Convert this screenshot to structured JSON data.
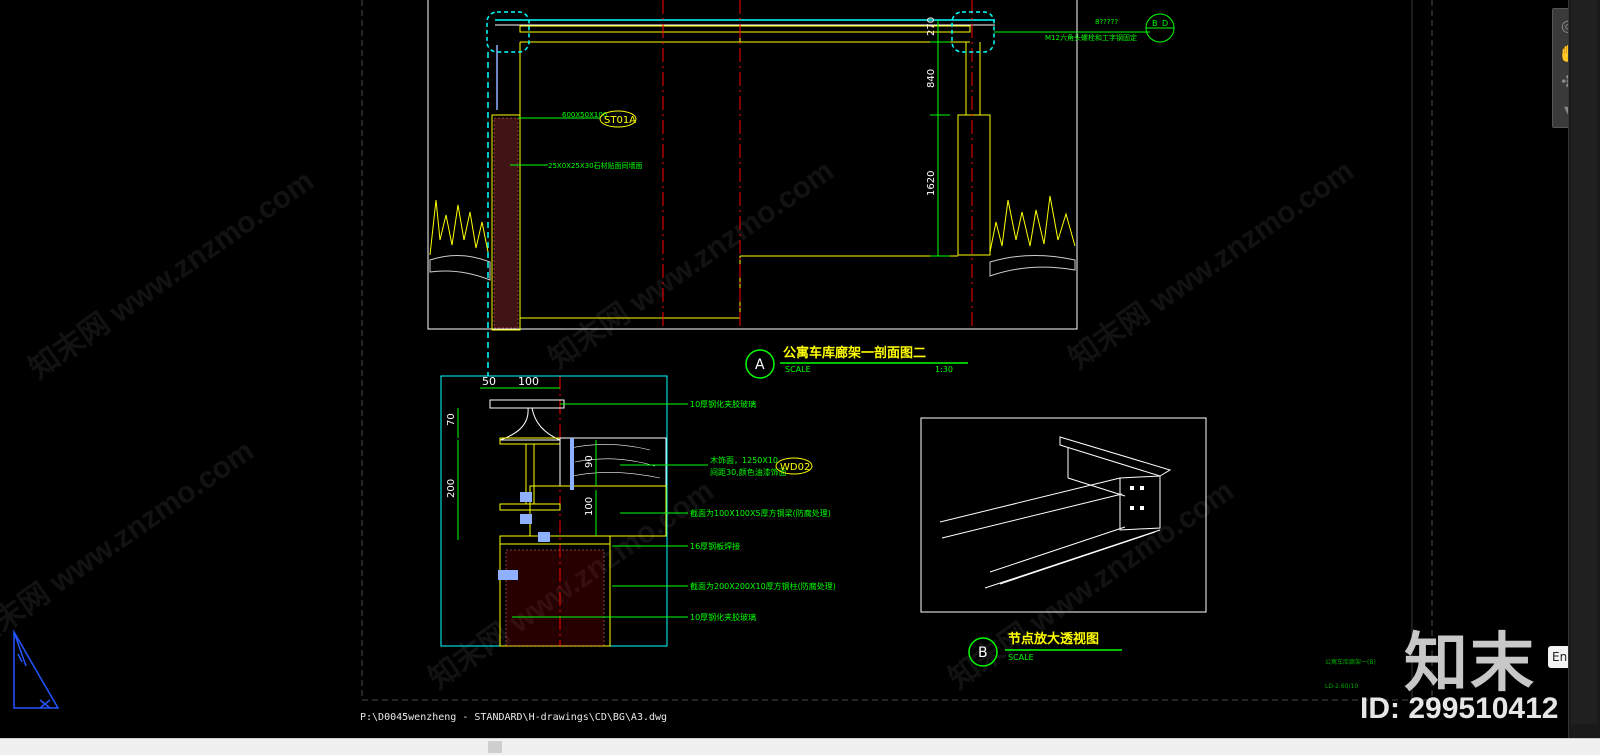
{
  "section_a": {
    "badge": "A",
    "title": "公寓车库廊架一剖面图二",
    "scale_label": "SCALE",
    "scale_value": "1:30"
  },
  "section_b": {
    "badge": "B",
    "title": "节点放大透视图",
    "scale_label": "SCALE"
  },
  "dims": {
    "d270": "270",
    "d840": "840",
    "d1620": "1620",
    "d50": "50",
    "d100a": "100",
    "d70": "70",
    "d200": "200",
    "d90": "90",
    "d100b": "100"
  },
  "tags": {
    "st01a": "ST01A",
    "wd02": "WD02",
    "detail_top": "B",
    "detail_bottom": "D"
  },
  "callouts": {
    "top_right_1": "8?????",
    "top_right_2": "M12六角头螺栓和工字钢固定",
    "stone_1": "600X50X100",
    "stone_2": "25X0X25X30石材贴面同墙面",
    "glass_1": "10厚钢化夹胶玻璃",
    "wood_1": "木饰面，1250X10",
    "wood_2": "间距30,颜色油漆饰面",
    "steel_1": "截面为100X100X5厚方钢梁(防腐处理)",
    "plate": "16厚钢板焊接",
    "steel_2": "截面为200X200X10厚方钢柱(防腐处理)",
    "glass_2": "10厚钢化夹胶玻璃"
  },
  "sheet_note": {
    "line1": "公寓车库廊架一(B)",
    "line2": "LD-2.60/10"
  },
  "file_path": "P:\\D0045wenzheng - STANDARD\\H-drawings\\CD\\BG\\A3.dwg",
  "brand": {
    "logo_text": "知末",
    "id_text": "ID: 299510412",
    "watermark": "知末网 www.znzmo.com"
  },
  "ime": {
    "label": "En"
  },
  "colors": {
    "green": "#00ff00",
    "yellow": "#ffff00",
    "red": "#ff0000",
    "cyan": "#00ffff",
    "white": "#ffffff",
    "blue": "#2255ff"
  }
}
